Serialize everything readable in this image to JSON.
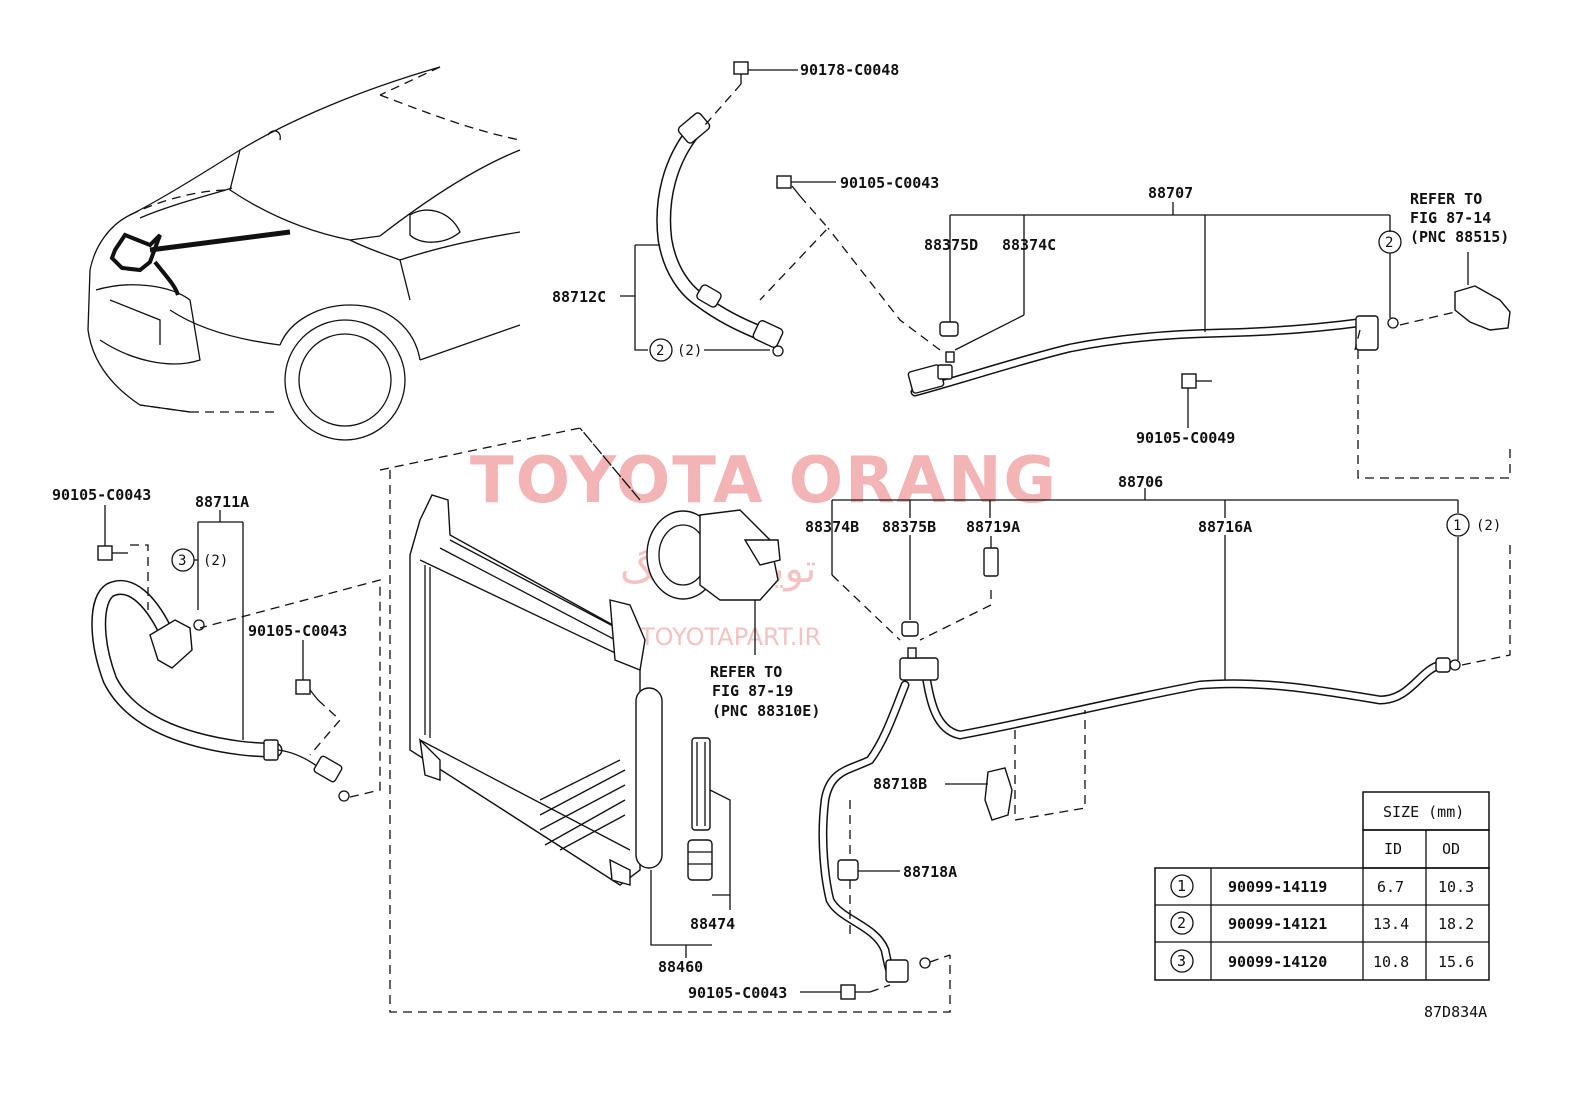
{
  "watermark": {
    "title": "TOYOTA ORANG",
    "arabic": "تویوتا اورنگ",
    "url": "TOYOTAPART.IR"
  },
  "figure_code": "87D834A",
  "labels": {
    "p90178_c0048": "90178-C0048",
    "p90105_c0043_top": "90105-C0043",
    "p88712c": "88712C",
    "p88707": "88707",
    "p88375d": "88375D",
    "p88374c": "88374C",
    "refer_fig_87_14": [
      "REFER TO",
      "FIG 87-14",
      "(PNC 88515)"
    ],
    "p90105_c0049": "90105-C0049",
    "p90105_c0043_left": "90105-C0043",
    "p88711a": "88711A",
    "p90105_c0043_mid": "90105-C0043",
    "p88706": "88706",
    "p88374b": "88374B",
    "p88375b": "88375B",
    "p88719a": "88719A",
    "p88716a": "88716A",
    "refer_fig_87_19": [
      "REFER TO",
      "FIG 87-19",
      "(PNC 88310E)"
    ],
    "p88718b": "88718B",
    "p88718a": "88718A",
    "p88474": "88474",
    "p88460": "88460",
    "p90105_c0043_bottom": "90105-C0043",
    "circ_qty_2": "(2)",
    "circ_1": "1",
    "circ_2": "2",
    "circ_3": "3"
  },
  "size_table": {
    "header": "SIZE (mm)",
    "col_id": "ID",
    "col_od": "OD",
    "rows": [
      {
        "ref": "1",
        "part": "90099-14119",
        "id": "6.7",
        "od": "10.3"
      },
      {
        "ref": "2",
        "part": "90099-14121",
        "id": "13.4",
        "od": "18.2"
      },
      {
        "ref": "3",
        "part": "90099-14120",
        "id": "10.8",
        "od": "15.6"
      }
    ]
  }
}
